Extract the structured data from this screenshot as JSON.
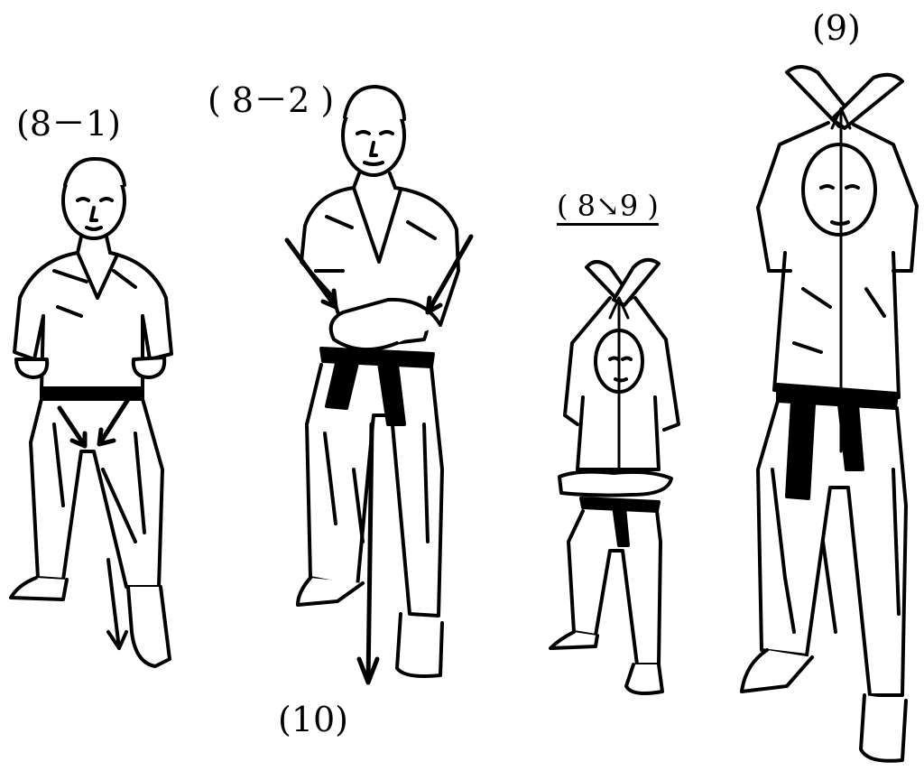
{
  "captions": {
    "fig_8_1": "(8－1)",
    "fig_8_2": "( 8－2 )",
    "fig_8_to_9": "( 8↘9 )",
    "fig_9": "(9)",
    "fig_10": "(10)"
  },
  "figures": [
    {
      "id": "8-1",
      "pose": "kiba-dachi with fists at hips, arrows pointing downward"
    },
    {
      "id": "8-2",
      "pose": "stance with crossed forearms at belt, downward arrows"
    },
    {
      "id": "8-9",
      "pose": "small figure with crossed hands raised overhead and belt-level hands"
    },
    {
      "id": "9",
      "pose": "standing with crossed hands raised overhead, vertical arrow upward"
    }
  ],
  "colors": {
    "ink": "#000000",
    "paper": "#ffffff"
  }
}
